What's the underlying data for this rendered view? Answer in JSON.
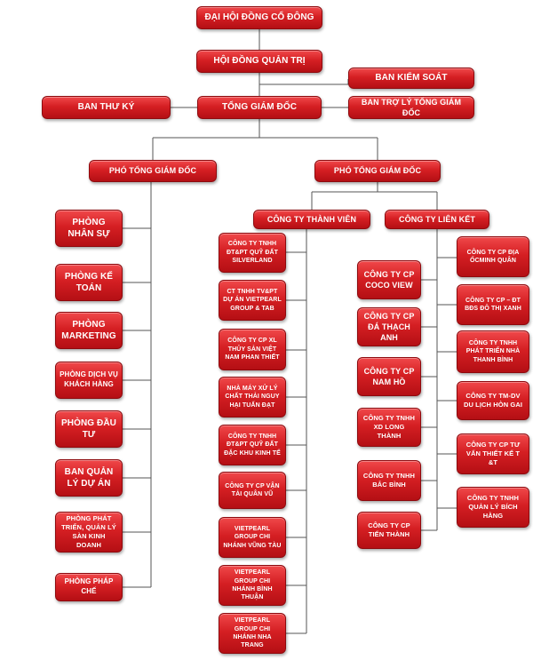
{
  "top": {
    "shareholders": "ĐẠI HỘI ĐỒNG CỔ ĐÔNG",
    "board": "HỘI ĐỒNG QUẢN TRỊ",
    "supervisory": "BAN KIỂM SOÁT",
    "secretary": "BAN THƯ KÝ",
    "ceo": "TỔNG GIÁM ĐỐC",
    "ceo_assistant": "BAN TRỢ LÝ TỔNG GIÁM ĐỐC"
  },
  "deputy_left": {
    "title": "PHÓ TỔNG GIÁM ĐỐC",
    "departments": [
      "PHÒNG NHÂN SỰ",
      "PHÒNG KẾ TOÁN",
      "PHÒNG MARKETING",
      "PHÒNG DỊCH VỤ KHÁCH HÀNG",
      "PHÒNG ĐẦU TƯ",
      "BAN QUẢN LÝ DỰ ÁN",
      "PHÒNG PHÁT TRIỂN, QUẢN LÝ SÀN KINH DOANH",
      "PHÒNG PHÁP CHẾ"
    ]
  },
  "deputy_right": {
    "title": "PHÓ TỔNG GIÁM ĐỐC",
    "members_title": "CÔNG TY THÀNH VIÊN",
    "affiliates_title": "CÔNG TY LIÊN KẾT",
    "members": [
      "CÔNG TY TNHH ĐT&PT QUỸ ĐẤT SILVERLAND",
      "CT TNHH TV&PT DỰ ÁN VIETPEARL GROUP & TAB",
      "CÔNG TY CP XL THỦY SẢN VIỆT NAM PHAN THIẾT",
      "NHÀ MÁY XỬ LÝ CHẤT THẢI NGUY HẠI TUẤN ĐẠT",
      "CÔNG TY TNHH ĐT&PT QUỸ ĐẤT ĐẶC KHU KINH TẾ",
      "CÔNG TY CP VẬN TẢI QUÂN VŨ",
      "VIETPEARL GROUP CHI NHÁNH VŨNG TÀU",
      "VIETPEARL GROUP CHI NHÁNH BÌNH THUẬN",
      "VIETPEARL GROUP CHI NHÁNH NHA TRANG"
    ],
    "affiliates_a": [
      "CÔNG TY CP COCO VIEW",
      "CÔNG TY CP ĐÁ THẠCH ANH",
      "CÔNG TY CP NAM HỒ",
      "CÔNG TY TNHH XD LONG THÀNH",
      "CÔNG TY TNHH BẮC BÌNH",
      "CÔNG TY CP TIẾN THÀNH"
    ],
    "affiliates_b": [
      "CÔNG TY CP ĐỊA ỐCMINH QUÂN",
      "CÔNG TY CP – ĐT BĐS ĐÔ THỊ XANH",
      "CÔNG TY TNHH PHÁT TRIỂN NHÀ THANH BÌNH",
      "CÔNG TY TM-DV DU LỊCH HÒN GAI",
      "CÔNG TY CP TƯ VẤN THIẾT KẾ T &T",
      "CÔNG TY TNHH QUẢN LÝ BÍCH HẰNG"
    ]
  }
}
